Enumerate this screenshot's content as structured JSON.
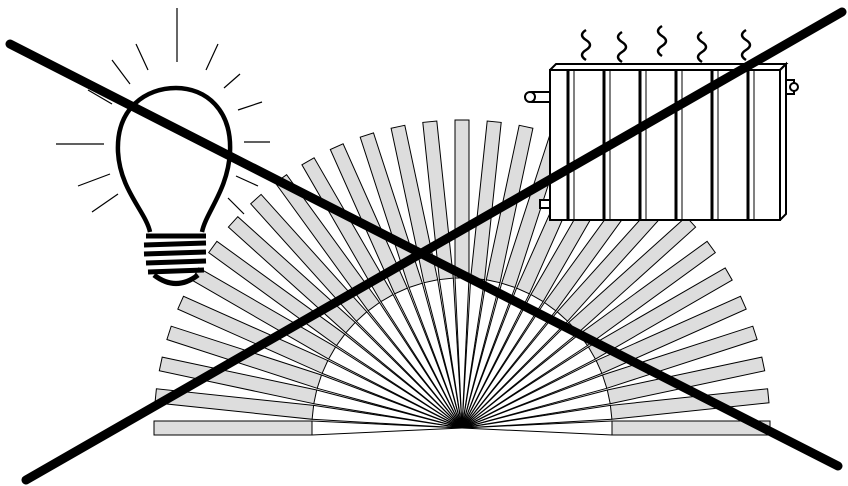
{
  "figure": {
    "subjects": [
      "light-bulb-icon",
      "radiator-icon",
      "radiation-fan",
      "cross-out-mark"
    ],
    "colors": {
      "ink": "#000000",
      "ray_fill": "#dddddd",
      "background": "#ffffff"
    },
    "radiation_fan": {
      "ray_count": 31
    }
  }
}
